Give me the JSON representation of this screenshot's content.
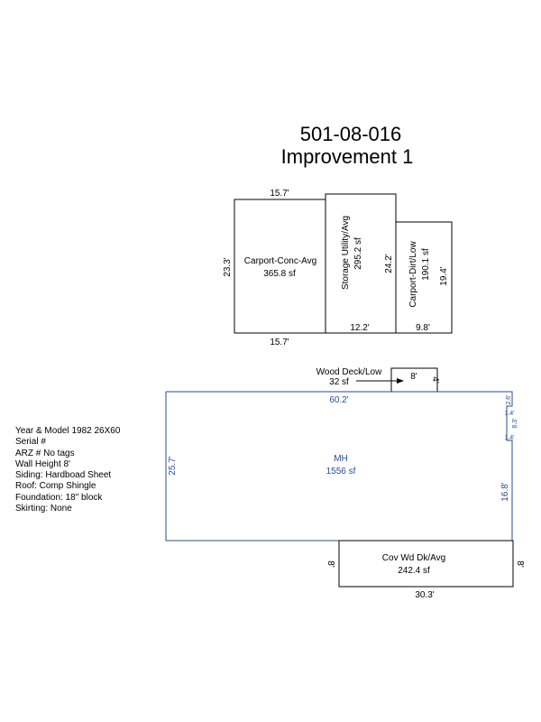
{
  "title": {
    "parcel": "501-08-016",
    "improvement": "Improvement 1"
  },
  "sections": {
    "carport_conc": {
      "name": "Carport-Conc-Avg",
      "area": "365.8 sf",
      "dim_top": "15.7'",
      "dim_bottom": "15.7'",
      "dim_left": "23.3'"
    },
    "storage": {
      "name": "Storage Utility/Avg",
      "area": "295.2 sf",
      "dim_right": "24.2'",
      "dim_bottom": "12.2'"
    },
    "carport_dirt": {
      "name": "Carport-Dirt/Low",
      "area": "190.1 sf",
      "dim_right": "19.4'",
      "dim_bottom": "9.8'"
    },
    "wood_deck": {
      "name": "Wood Deck/Low",
      "area": "32 sf",
      "dim_top": "8'",
      "dim_right": "4'"
    },
    "mh": {
      "name": "MH",
      "area": "1556 sf",
      "dim_top": "60.2'",
      "dim_left": "25.7'",
      "dim_right_lower": "16.8'",
      "dim_right_top": "2.6'",
      "dim_notch_a": "1.4'",
      "dim_notch_mid": "6.3'",
      "dim_notch_b": "1.4'"
    },
    "cov_deck": {
      "name": "Cov Wd Dk/Avg",
      "area": "242.4 sf",
      "dim_left": "8'",
      "dim_right": "8'",
      "dim_bottom": "30.3'"
    }
  },
  "notes": [
    "Year & Model 1982 26X60",
    "Serial #",
    "ARZ # No tags",
    "Wall Height 8'",
    "Siding: Hardboad Sheet",
    "Roof: Comp Shingle",
    "Foundation: 18\" block",
    "Skirting: None"
  ],
  "colors": {
    "line": "#000000",
    "mh_line": "#2a4d8f"
  }
}
